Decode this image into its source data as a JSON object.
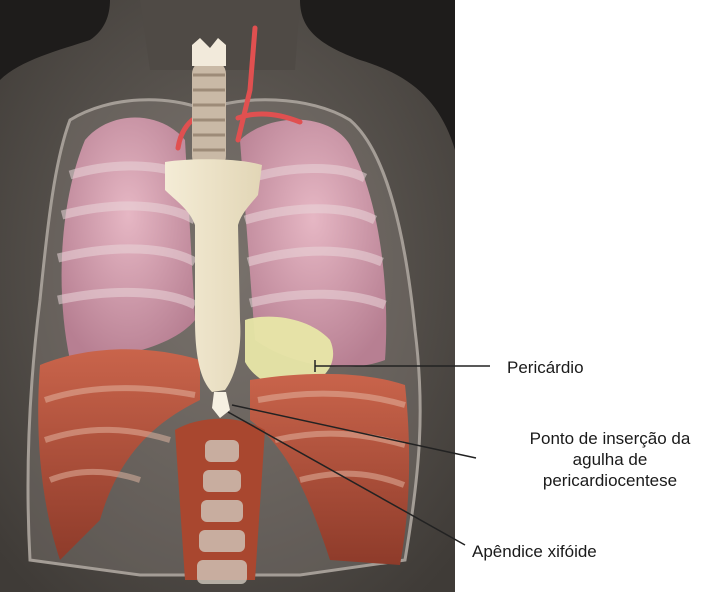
{
  "labels": {
    "pericardio": "Pericárdio",
    "insercao_line1": "Ponto de inserção da",
    "insercao_line2": "agulha de",
    "insercao_line3": "pericardiocentese",
    "xifoide": "Apêndice xifóide"
  },
  "colors": {
    "background_dark": "#2c2a28",
    "body": "#5e5954",
    "lung": "#d8a0b2",
    "bone": "#efe6cf",
    "muscle": "#b8553f",
    "pericardium": "#e8e7a8",
    "vessel": "#e05050",
    "leader_line": "#222222"
  }
}
